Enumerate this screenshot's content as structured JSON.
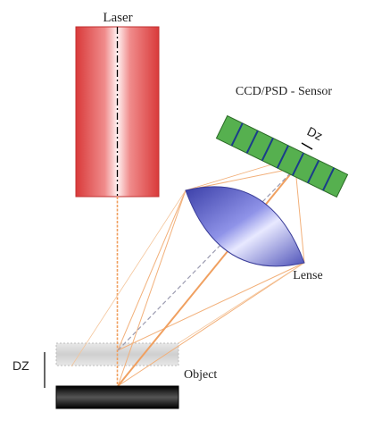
{
  "labels": {
    "laser": "Laser",
    "sensor": "CCD/PSD - Sensor",
    "sensor_delta": "Dz",
    "lens": "Lense",
    "object": "Object",
    "object_delta": "DZ"
  },
  "colors": {
    "laser_body": "#e24b4b",
    "beam": "#f2a25a",
    "sensor": "#3f9a3b",
    "sensor_segment": "#1a3d8a",
    "lens": "#6a6fcf",
    "object": "#1a1a1a"
  }
}
